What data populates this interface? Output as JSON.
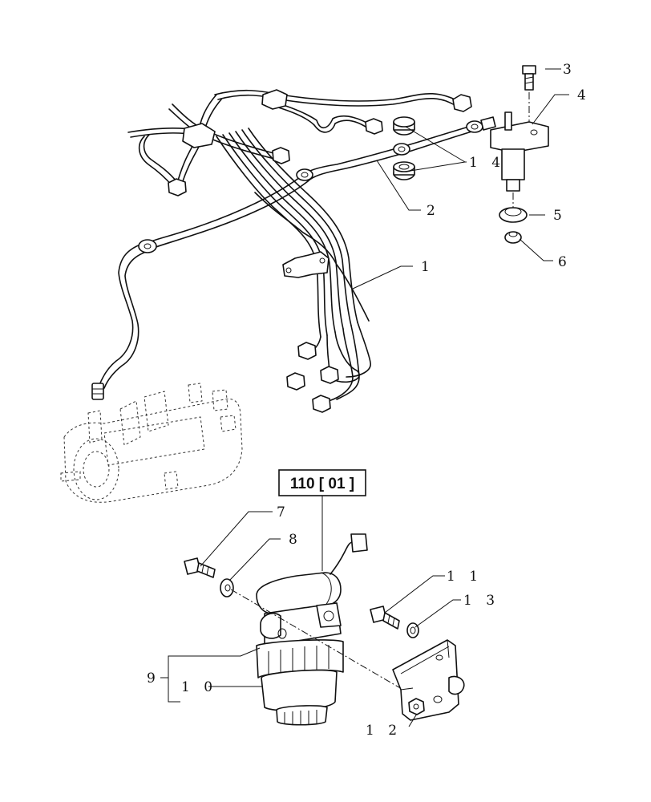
{
  "callouts": {
    "c1": "1",
    "c2": "2",
    "c3": "3",
    "c4": "4",
    "c5": "5",
    "c6": "6",
    "c7": "7",
    "c8": "8",
    "c9": "9",
    "c10": "1 0",
    "c11": "1 1",
    "c12": "1 2",
    "c13": "1 3",
    "c14": "1 4"
  },
  "reference_box": "110 [ 01 ]"
}
